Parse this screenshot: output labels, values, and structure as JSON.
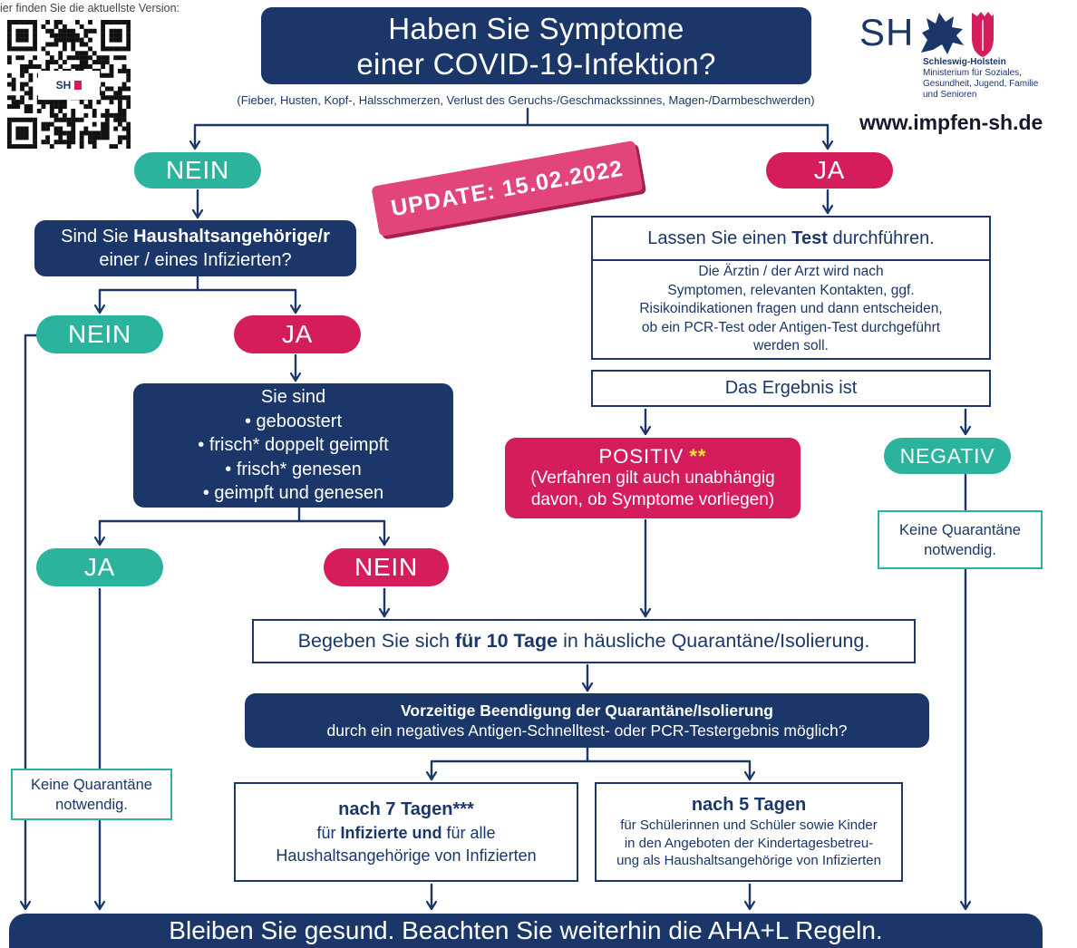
{
  "colors": {
    "navy": "#1b3669",
    "teal": "#2cb39e",
    "red": "#d51c5c",
    "banner": "#e2457c",
    "banner_shadow": "#a81d50",
    "highlight": "#f5e52a"
  },
  "icons": {
    "qr": "qr-code",
    "crest": "schleswig-holstein-crest-icon"
  },
  "header": {
    "qr_caption": "ier finden Sie die aktuellste Version:",
    "qr_logo_text": "SH",
    "question_line1": "Haben Sie Symptome",
    "question_line2": "einer COVID-19-Infektion?",
    "symptoms": "(Fieber, Husten, Kopf-, Halsschmerzen, Verlust des Geruchs-/Geschmackssinnes, Magen-/Darmbeschwerden)",
    "logo_sh": "SH",
    "ministry_name": "Schleswig-Holstein",
    "ministry_line1": "Ministerium für Soziales,",
    "ministry_line2": "Gesundheit, Jugend, Familie",
    "ministry_line3": "und Senioren",
    "website": "www.impfen-sh.de"
  },
  "update_banner": "UPDATE: 15.02.2022",
  "top_answers": {
    "no": "NEIN",
    "yes": "JA"
  },
  "left": {
    "household_q_pre": "Sind Sie ",
    "household_q_bold": "Haushaltsangehörige/r",
    "household_q_line2": "einer / eines Infizierten?",
    "household_no": "NEIN",
    "household_yes": "JA",
    "status_title": "Sie sind",
    "status_items": [
      "• geboostert",
      "• frisch* doppelt geimpft",
      "• frisch* genesen",
      "• geimpft und genesen"
    ],
    "status_yes": "JA",
    "status_no": "NEIN",
    "no_quarantine_line1": "Keine Quarantäne",
    "no_quarantine_line2": "notwendig."
  },
  "right": {
    "test_pre": "Lassen Sie einen ",
    "test_bold": "Test",
    "test_post": " durchführen.",
    "doctor_lines": [
      "Die Ärztin / der Arzt wird nach",
      "Symptomen, relevanten Kontakten, ggf.",
      "Risikoindikationen fragen und dann entscheiden,",
      "ob ein PCR-Test oder Antigen-Test durchgeführt",
      "werden soll."
    ],
    "result": "Das Ergebnis ist",
    "positive": "POSITIV",
    "positive_mark": "**",
    "positive_line1": "(Verfahren gilt auch unabhängig",
    "positive_line2": "davon, ob Symptome vorliegen)",
    "negative": "NEGATIV",
    "no_quarantine_line1": "Keine Quarantäne",
    "no_quarantine_line2": "notwendig."
  },
  "quarantine": {
    "pre": "Begeben Sie sich ",
    "bold": "für 10 Tage",
    "post": " in häusliche Quarantäne/Isolierung.",
    "early_title": "Vorzeitige Beendigung der Quarantäne/Isolierung",
    "early_sub": "durch ein negatives Antigen-Schnelltest- oder PCR-Testergebnis möglich?",
    "seven_title": "nach 7 Tagen***",
    "seven_pre": "für ",
    "seven_bold": "Infizierte und",
    "seven_post": " für alle",
    "seven_line2": "Haushaltsangehörige von Infizierten",
    "five_title": "nach 5 Tagen",
    "five_lines": [
      "für Schülerinnen und Schüler sowie Kinder",
      "in den Angeboten der Kindertagesbetreu-",
      "ung als Haushaltsangehörige von Infizierten"
    ]
  },
  "footer": "Bleiben Sie gesund. Beachten Sie weiterhin die AHA+L Regeln."
}
